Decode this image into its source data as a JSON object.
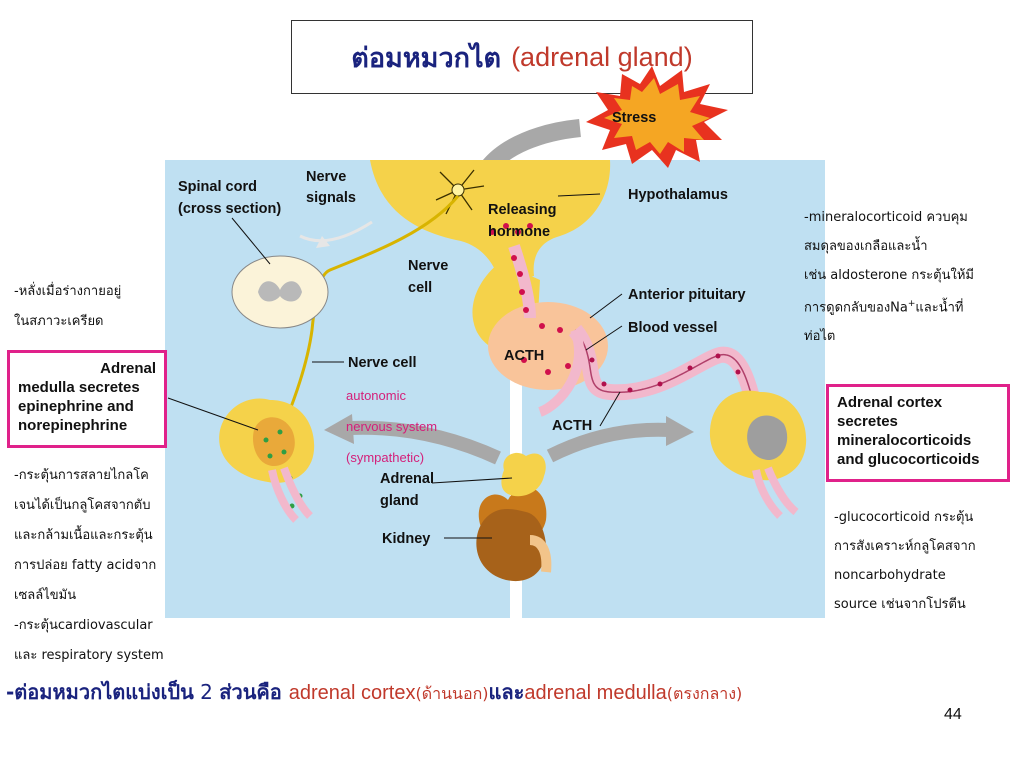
{
  "title": {
    "thai": "ต่อมหมวกไต",
    "english": "(adrenal gland)"
  },
  "figure": {
    "stress": "Stress",
    "spinal_cord": [
      "Spinal cord",
      "(cross section)"
    ],
    "nerve_signals": [
      "Nerve",
      "signals"
    ],
    "hypothalamus": "Hypothalamus",
    "releasing_hormone": [
      "Releasing",
      "hormone"
    ],
    "nerve_cell_top": [
      "Nerve",
      "cell"
    ],
    "anterior_pituitary": "Anterior pituitary",
    "blood_vessel": "Blood vessel",
    "acth_pituitary": "ACTH",
    "acth_vessel": "ACTH",
    "nerve_cell": "Nerve cell",
    "adrenal_gland": [
      "Adrenal",
      "gland"
    ],
    "kidney": "Kidney"
  },
  "medulla_box": [
    "Adrenal",
    "medulla secretes",
    "epinephrine and",
    "norepinephrine"
  ],
  "cortex_box": [
    "Adrenal cortex",
    "secretes",
    "mineralocorticoids",
    "and glucocorticoids"
  ],
  "autonomic_note": [
    "autonomic",
    "nervous system",
    "(sympathetic)"
  ],
  "left_top_note": [
    "-หลั่งเมื่อร่างกายอยู่",
    "ในสภาวะเครียด"
  ],
  "left_bottom_note": [
    "-กระตุ้นการสลายไกลโค",
    "เจนได้เป็นกลูโคสจากตับ",
    "และกล้ามเนื้อและกระตุ้น",
    "การปล่อย fatty acidจาก",
    "เซลล์ไขมัน",
    "-กระตุ้นcardiovascular",
    "และ respiratory system"
  ],
  "right_top_note": {
    "line1": "-mineralocorticoid ควบคุม",
    "line2": "สมดุลของเกลือและน้ำ",
    "line3": "เช่น aldosterone กระตุ้นให้มี",
    "line4_pre": "การดูดกลับของNa",
    "line4_sup": "+",
    "line4_post": "และน้ำที่",
    "line5": "ท่อไต"
  },
  "right_bottom_note": [
    "-glucocorticoid กระตุ้น",
    "การสังเคราะห์กลูโคสจาก",
    "noncarbohydrate",
    "source เช่นจากโปรตีน"
  ],
  "bottom_line": {
    "part1": "-ต่อมหมวกไตแบ่งเป็น",
    "part2": " 2 ",
    "part3": "ส่วนคือ ",
    "part4": "adrenal cortex",
    "part5": "(ด้านนอก)",
    "part6": "และ",
    "part7": "adrenal medulla",
    "part8": "(ตรงกลาง)"
  },
  "page_number": "44",
  "colors": {
    "panel_left": "#bfe0f2",
    "panel_right": "#bfe0f2",
    "gland": "#f5d24a",
    "vessel": "#f2b8cc",
    "accent_pink": "#e0218a",
    "title_blue": "#1a237e",
    "title_red": "#c0392b"
  }
}
